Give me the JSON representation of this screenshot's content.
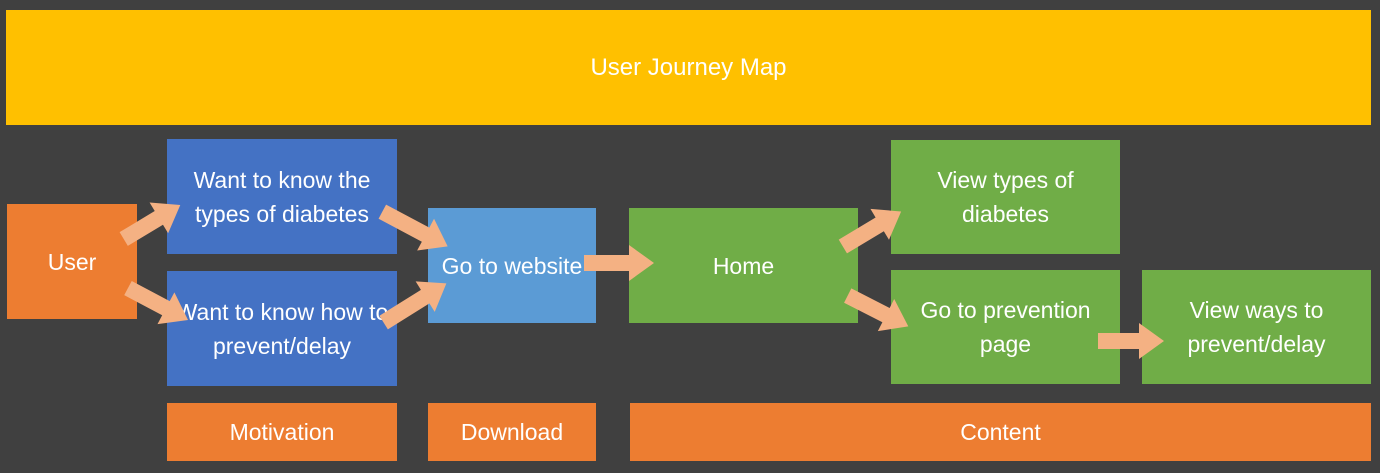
{
  "title": "User Journey Map",
  "nodes": {
    "user": "User",
    "want_types": "Want to know the types of diabetes",
    "want_prevent": "Want to know how to prevent/delay",
    "go_website": "Go to website",
    "home": "Home",
    "view_types": "View types of diabetes",
    "go_prevention": "Go to prevention page",
    "view_ways": "View ways to prevent/delay"
  },
  "stages": {
    "motivation": "Motivation",
    "download": "Download",
    "content": "Content"
  },
  "colors": {
    "background": "#404040",
    "title": "#FFC000",
    "orange": "#ED7D31",
    "blue": "#4472C4",
    "light_blue": "#5B9BD5",
    "green": "#70AD47",
    "arrow": "#F4B183"
  }
}
